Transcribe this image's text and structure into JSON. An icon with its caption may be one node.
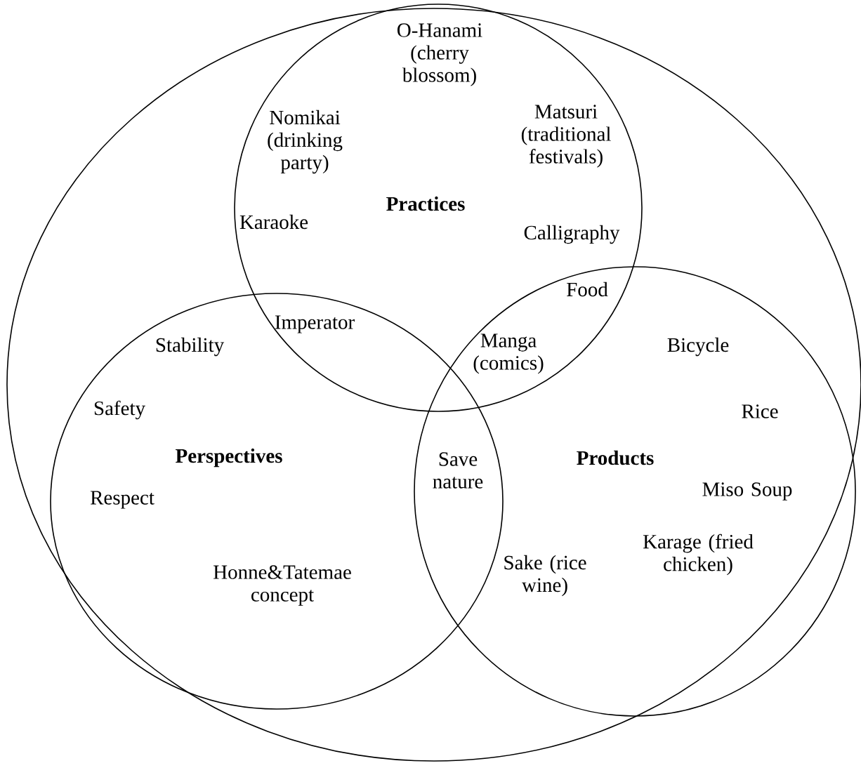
{
  "diagram": {
    "nodes": [
      {
        "text": [],
        "shape": "circle"
      },
      {
        "text": [
          "Practices"
        ],
        "in": 0
      },
      {
        "text": [
          "Perspectives"
        ],
        "in": 0
      },
      {
        "text": [
          "Products"
        ],
        "in": 0
      }
    ],
    "labels": [
      "O-Hanami (cherry blossom)",
      "Nomikai (drinking party)",
      "Matsuri (traditional festivals)",
      "Karaoke",
      "Calligraphy",
      "Food",
      "Imperator",
      "Stability",
      "Manga (comics)",
      "Bicycle",
      "Safety",
      "Rice",
      "Save nature",
      "Miso Soup",
      "Respect",
      "Karage (fried chicken)",
      "Sake (rice wine)",
      "Honne&Tatemae concept"
    ]
  }
}
